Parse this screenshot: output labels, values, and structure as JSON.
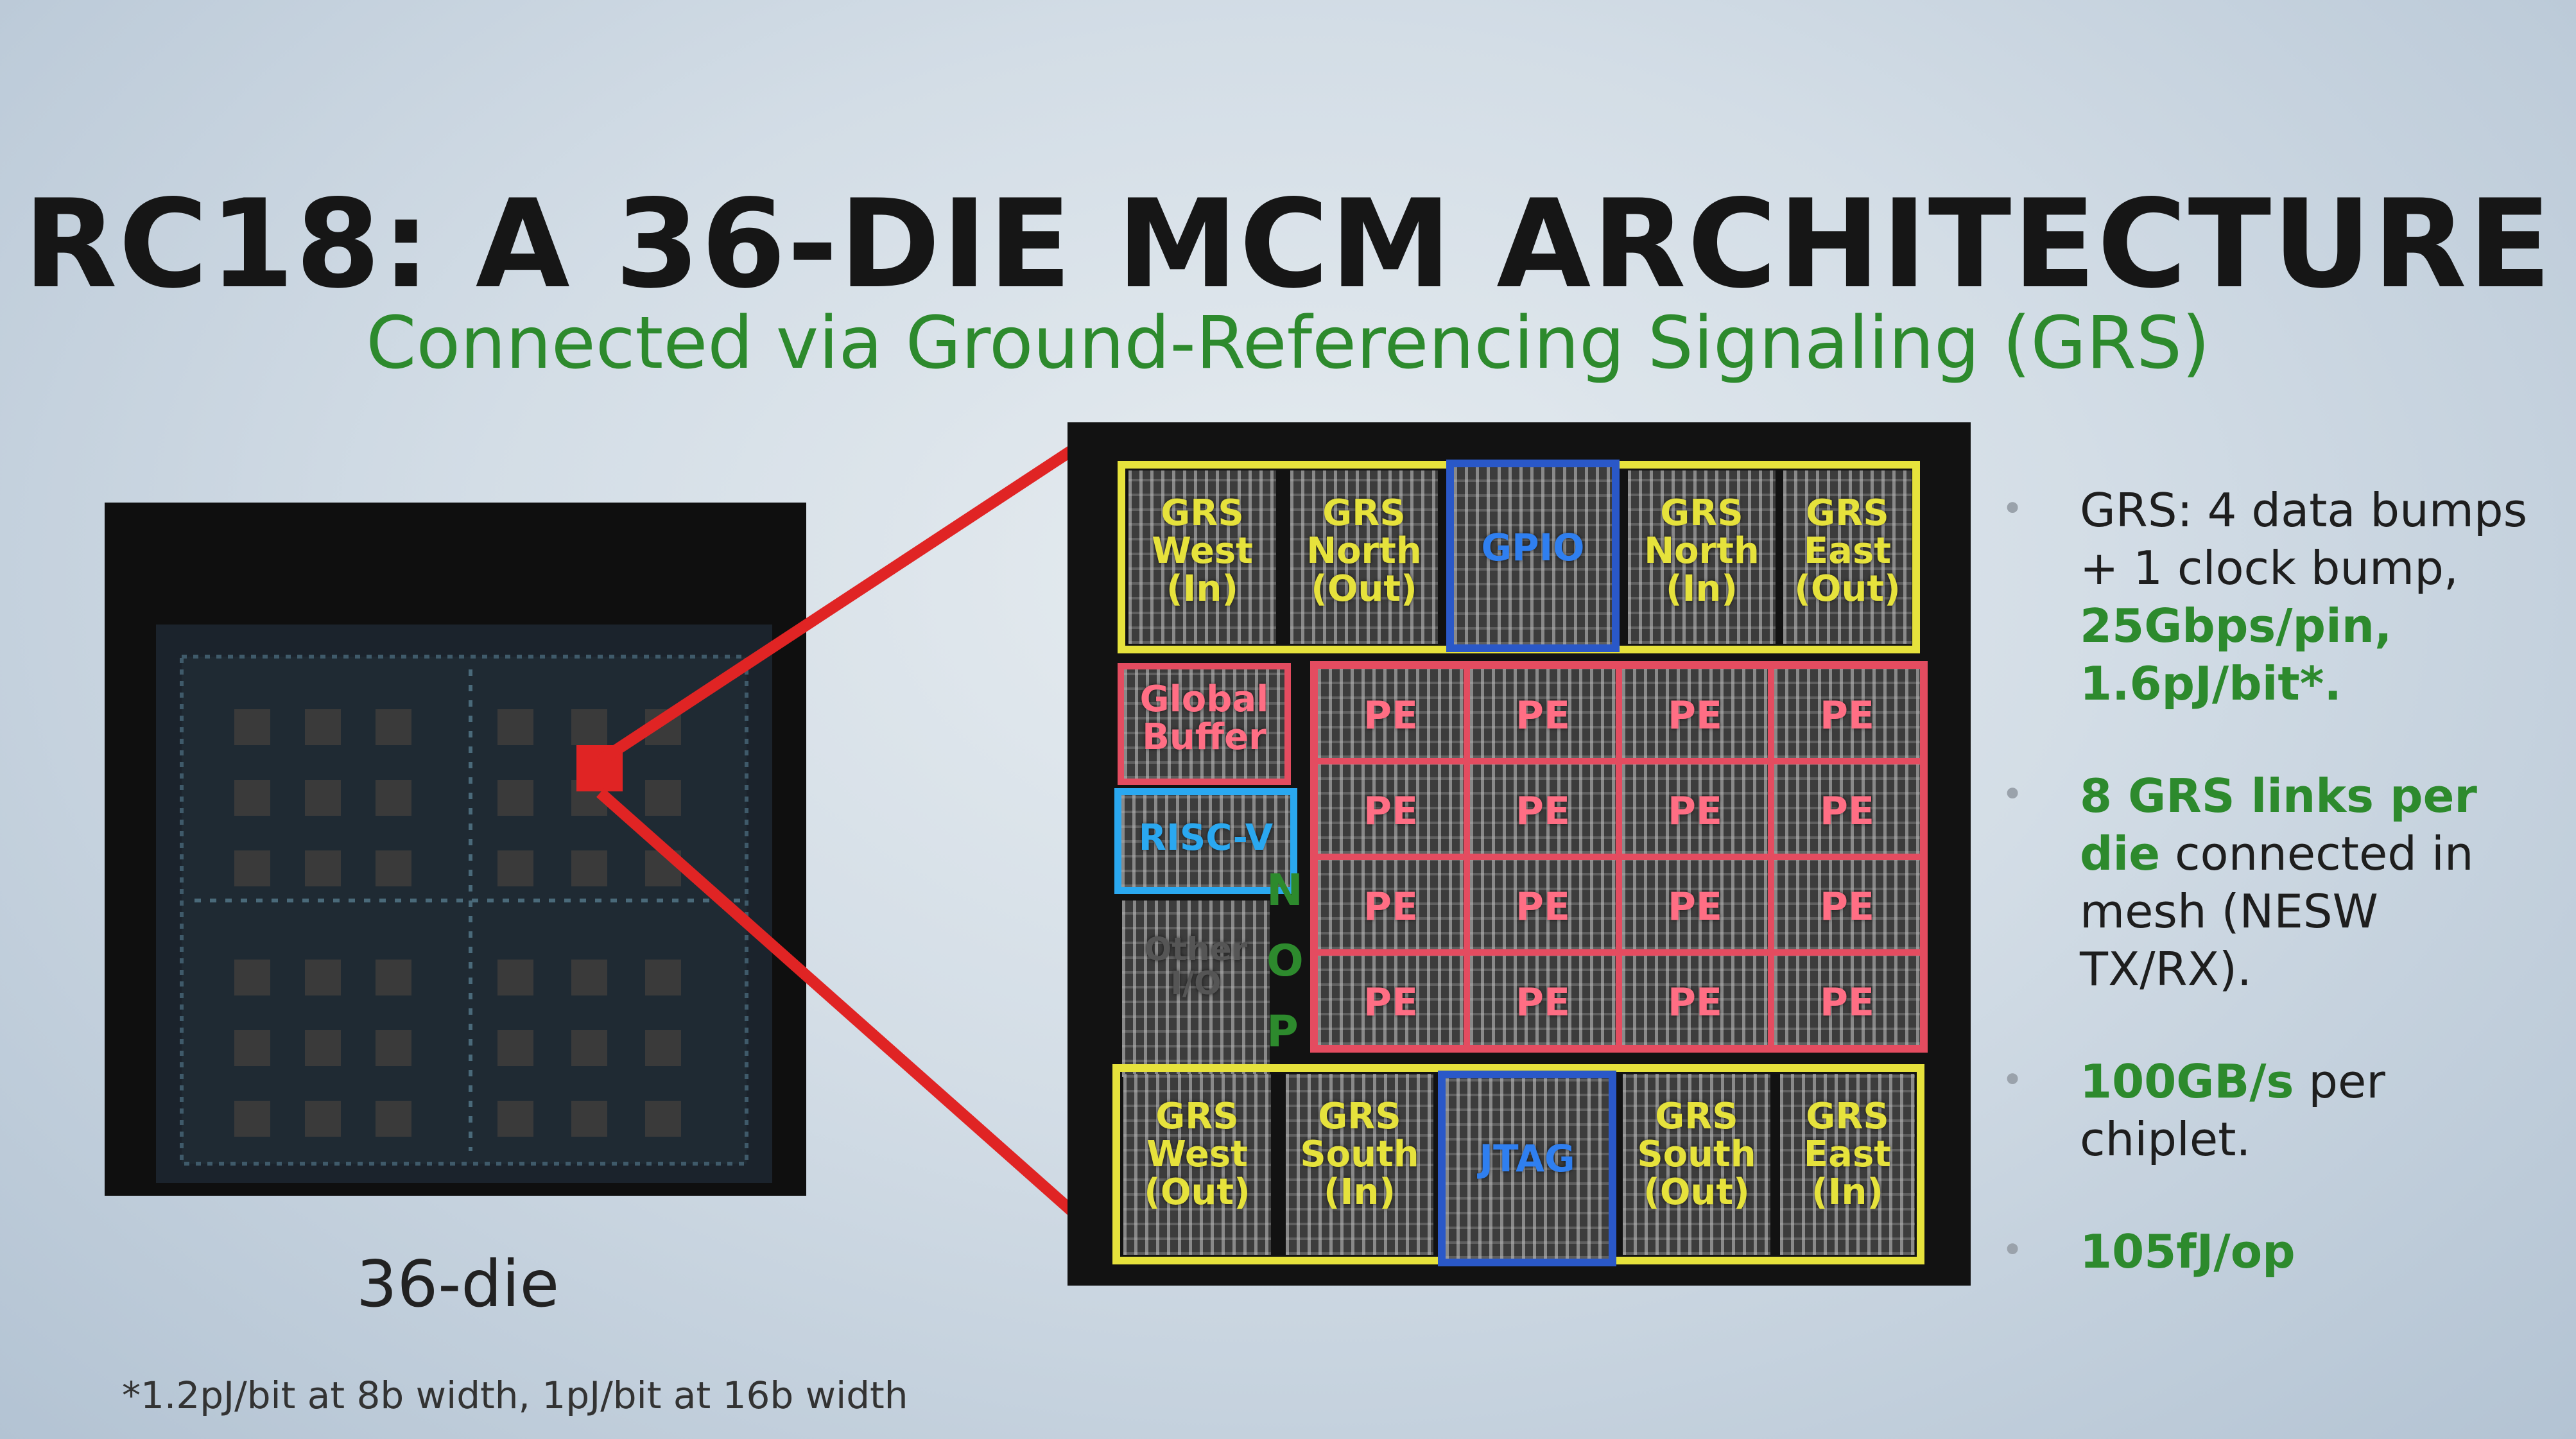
{
  "slide": {
    "title": "RC18: A 36-DIE MCM ARCHITECTURE",
    "subtitle": "Connected via Ground-Referencing Signaling (GRS)",
    "die_caption": "36-die",
    "footnote": "*1.2pJ/bit at 8b width, 1pJ/bit at 16b width"
  },
  "floorplan": {
    "top_row": [
      {
        "line1": "GRS",
        "line2": "West",
        "line3": "(In)"
      },
      {
        "line1": "GRS",
        "line2": "North",
        "line3": "(Out)"
      },
      {
        "label": "GPIO"
      },
      {
        "line1": "GRS",
        "line2": "North",
        "line3": "(In)"
      },
      {
        "line1": "GRS",
        "line2": "East",
        "line3": "(Out)"
      }
    ],
    "bottom_row": [
      {
        "line1": "GRS",
        "line2": "West",
        "line3": "(Out)"
      },
      {
        "line1": "GRS",
        "line2": "South",
        "line3": "(In)"
      },
      {
        "label": "JTAG"
      },
      {
        "line1": "GRS",
        "line2": "South",
        "line3": "(Out)"
      },
      {
        "line1": "GRS",
        "line2": "East",
        "line3": "(In)"
      }
    ],
    "global_buffer": {
      "line1": "Global",
      "line2": "Buffer"
    },
    "risc_v": "RISC-V",
    "other_io": {
      "line1": "Other",
      "line2": "I/O"
    },
    "noc": [
      "N",
      "O",
      "P"
    ],
    "pe_label": "PE",
    "pe_grid": {
      "rows": 4,
      "cols": 4
    }
  },
  "bullets": [
    {
      "plain": "GRS: 4 data bumps + 1 clock bump, ",
      "highlight": "25Gbps/pin, 1.6pJ/bit*."
    },
    {
      "highlight": "8 GRS links per die",
      "plain": " connected in mesh (NESW TX/RX)."
    },
    {
      "highlight": "100GB/s",
      "plain": " per chiplet."
    },
    {
      "highlight": "105fJ/op",
      "plain": ""
    }
  ],
  "colors": {
    "title": "#161616",
    "subtitle": "#2d8a2d",
    "grs_box": "#e6e23c",
    "pe_box": "#e44c60",
    "io_box": "#2a58c8",
    "zoom_lines": "#e02424"
  }
}
